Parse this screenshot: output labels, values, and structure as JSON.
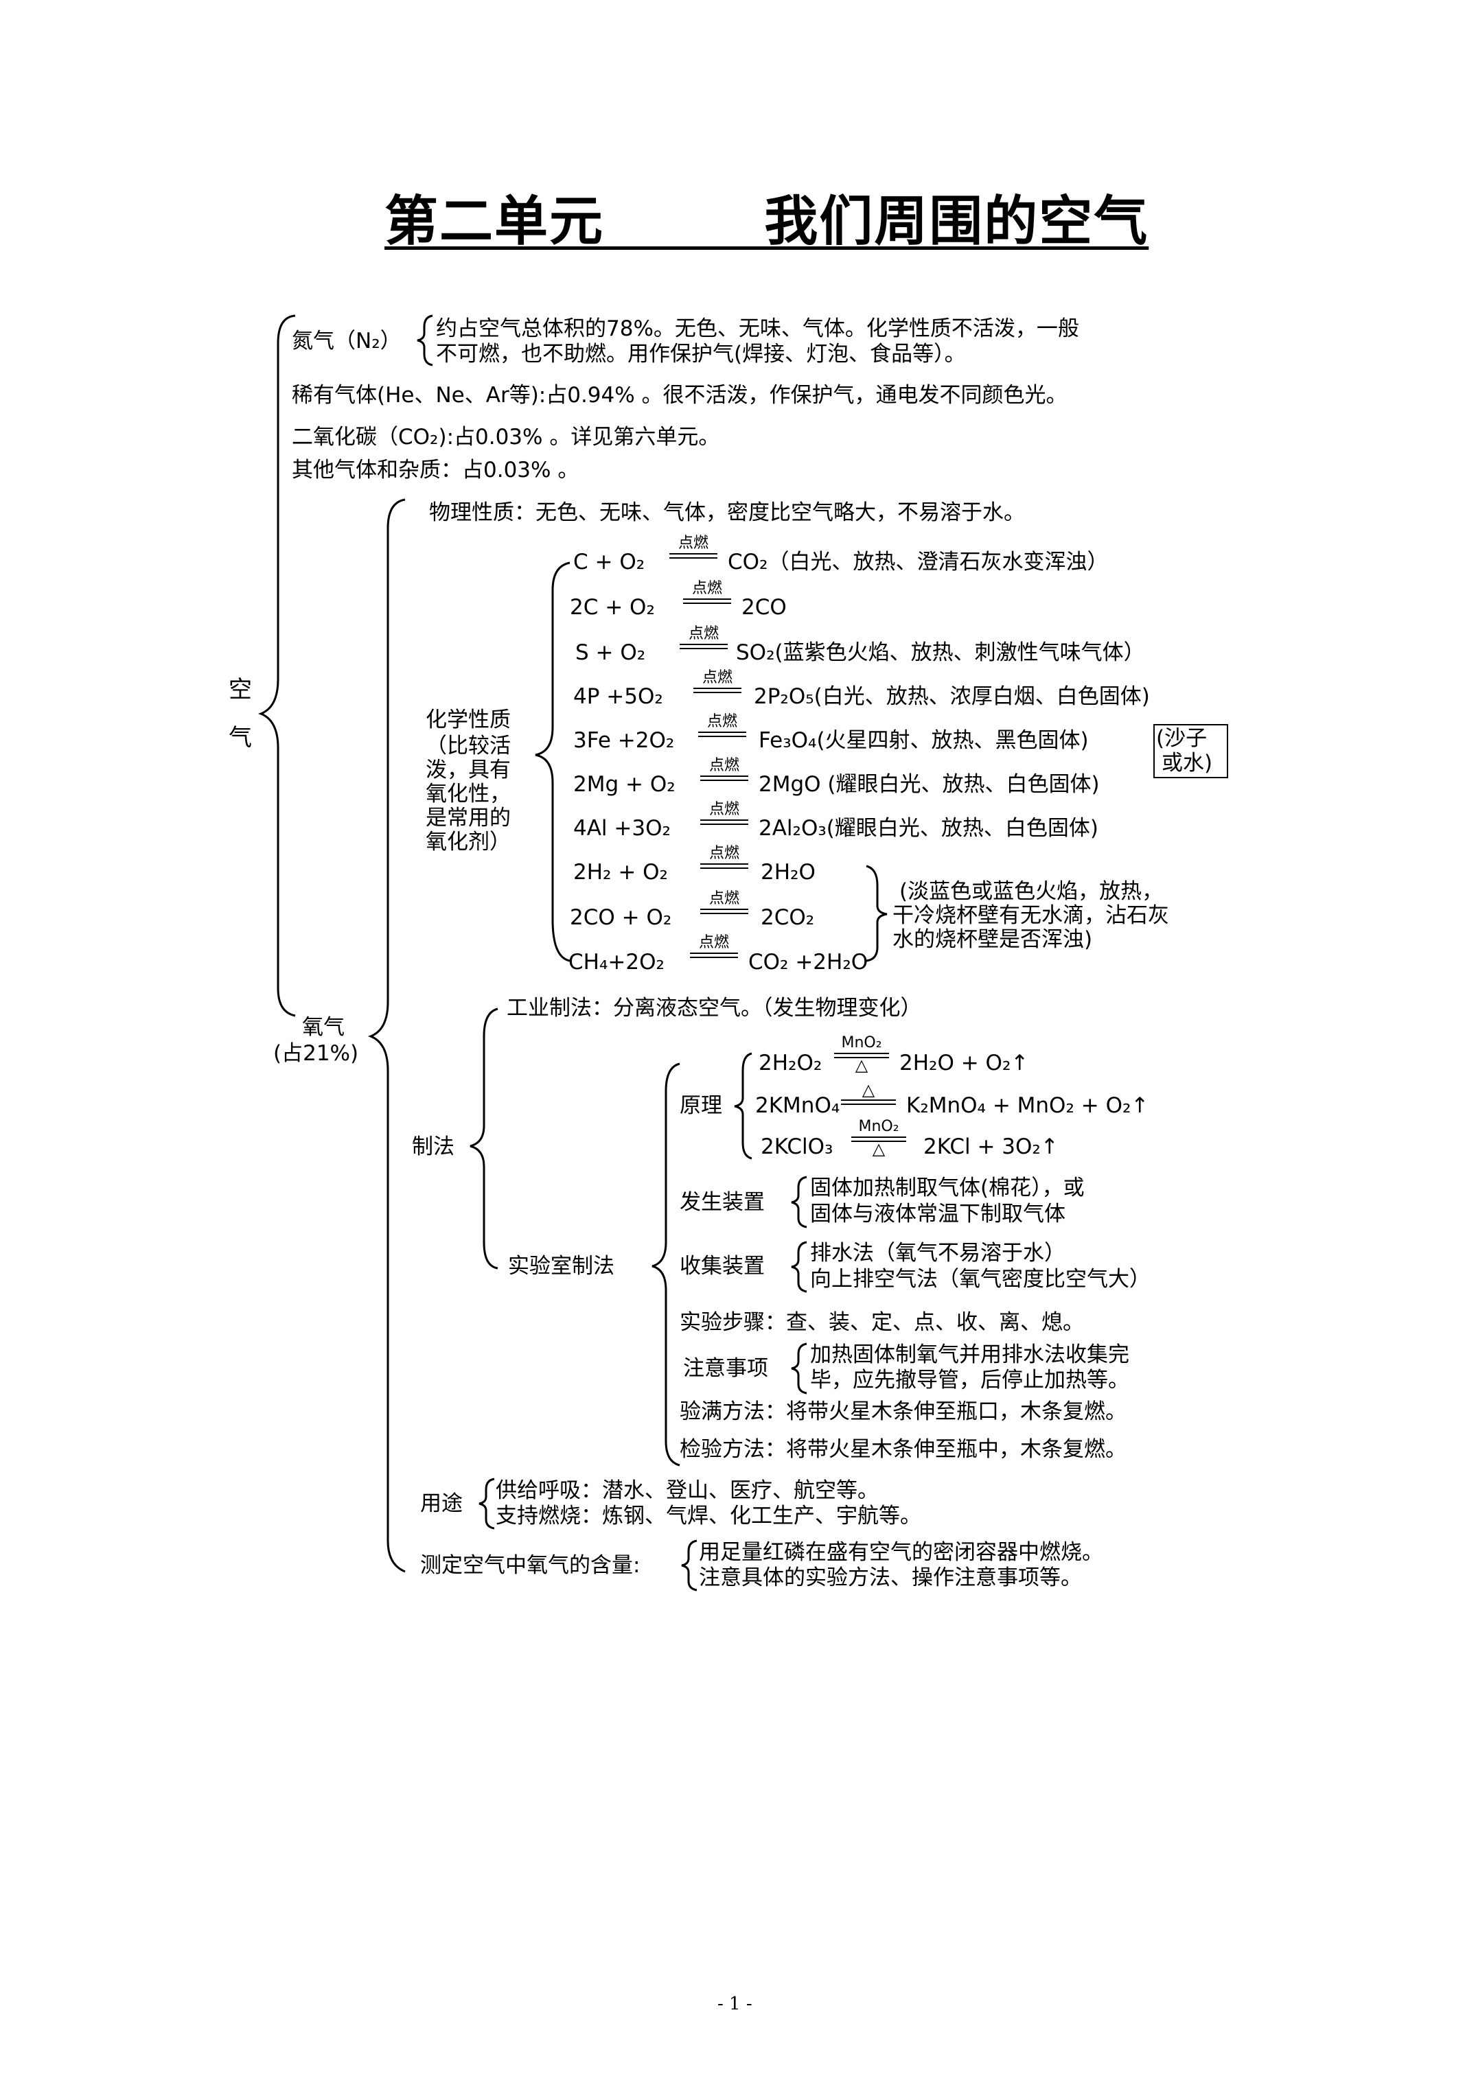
{
  "title": "第二单元        我们周围的空气",
  "root": "空气",
  "n2": {
    "label": "氮气（N₂）",
    "line1": "约占空气总体积的78%。无色、无味、气体。化学性质不活泼，一般",
    "line2": "不可燃，也不助燃。用作保护气(焊接、灯泡、食品等）。"
  },
  "rare_gas": "稀有气体(He、Ne、Ar等):占0.94% 。很不活泼，作保护气，通电发不同颜色光。",
  "co2": "二氧化碳（CO₂):占0.03% 。详见第六单元。",
  "others": "其他气体和杂质：占0.03% 。",
  "oxygen": {
    "label": "氧气",
    "percent": "(占21%)",
    "physical": "物理性质：无色、无味、气体，密度比空气略大，不易溶于水。",
    "chemical_label": [
      "化学性质",
      "（比较活",
      "泼，具有",
      "氧化性，",
      "是常用的",
      "氧化剂）"
    ],
    "condition": "点燃",
    "reactions": [
      {
        "lhs": "C + O₂",
        "rhs": "CO₂（白光、放热、澄清石灰水变浑浊）"
      },
      {
        "lhs": "2C + O₂",
        "rhs": "2CO"
      },
      {
        "lhs": "S  + O₂",
        "rhs": "SO₂(蓝紫色火焰、放热、刺激性气味气体）"
      },
      {
        "lhs": "4P +5O₂",
        "rhs": "2P₂O₅(白光、放热、浓厚白烟、白色固体)"
      },
      {
        "lhs": "3Fe +2O₂",
        "rhs": "Fe₃O₄(火星四射、放热、黑色固体)"
      },
      {
        "lhs": "2Mg + O₂",
        "rhs": "2MgO (耀眼白光、放热、白色固体)"
      },
      {
        "lhs": "4Al +3O₂",
        "rhs": "2Al₂O₃(耀眼白光、放热、白色固体)"
      },
      {
        "lhs": "2H₂ + O₂",
        "rhs": "2H₂O"
      },
      {
        "lhs": "2CO + O₂",
        "rhs": "2CO₂"
      },
      {
        "lhs": "CH₄+2O₂",
        "rhs": "CO₂ +2H₂O"
      }
    ],
    "fe_note": [
      "(沙子",
      "或水)"
    ],
    "flame_note": [
      "(淡蓝色或蓝色火焰，放热，",
      "干冷烧杯壁有无水滴，沾石灰",
      "水的烧杯壁是否浑浊)"
    ],
    "prep": {
      "label": "制法",
      "industrial": "工业制法：分离液态空气。（发生物理变化）",
      "lab_label": "实验室制法",
      "principle_label": "原理",
      "principle": [
        {
          "lhs": "2H₂O₂",
          "cond": "MnO₂",
          "rhs": "2H₂O + O₂↑"
        },
        {
          "lhs": "2KMnO₄",
          "cond": "△",
          "rhs": "K₂MnO₄ + MnO₂ + O₂↑"
        },
        {
          "lhs": "2KClO₃",
          "cond": "MnO₂",
          "rhs": "2KCl + 3O₂↑"
        }
      ],
      "gen_label": "发生装置",
      "gen": [
        "固体加热制取气体(棉花），或",
        "固体与液体常温下制取气体"
      ],
      "collect_label": "收集装置",
      "collect": [
        "排水法（氧气不易溶于水）",
        "向上排空气法（氧气密度比空气大）"
      ],
      "steps": "实验步骤：查、装、定、点、收、离、熄。",
      "notes_label": "注意事项",
      "notes": [
        "加热固体制氧气并用排水法收集完",
        "毕，应先撤导管，后停止加热等。"
      ],
      "full_check": "验满方法：将带火星木条伸至瓶口，木条复燃。",
      "test": "检验方法：将带火星木条伸至瓶中，木条复燃。"
    },
    "use_label": "用途",
    "uses": [
      "供给呼吸：潜水、登山、医疗、航空等。",
      "支持燃烧：炼钢、气焊、化工生产、宇航等。"
    ],
    "measure_label": "测定空气中氧气的含量:",
    "measure": [
      "用足量红磷在盛有空气的密闭容器中燃烧。",
      "注意具体的实验方法、操作注意事项等。"
    ]
  },
  "page_number": "- 1 -"
}
